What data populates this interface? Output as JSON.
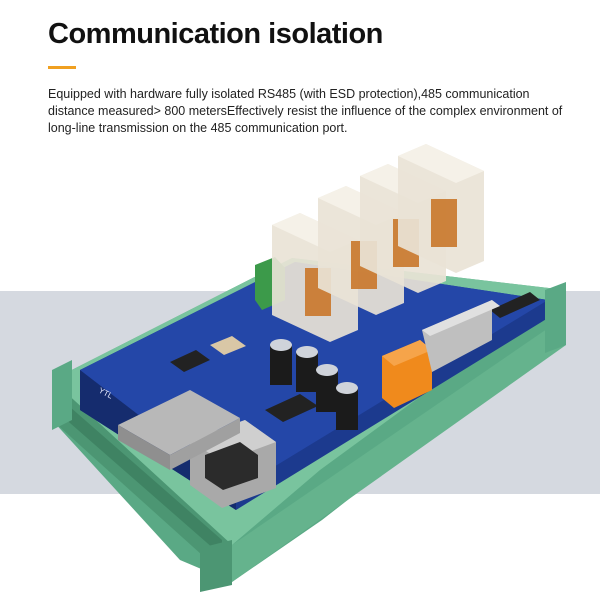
{
  "header": {
    "title": "Communication isolation",
    "description": "Equipped with hardware fully isolated RS485 (with ESD protection),485 communication distance measured> 800 metersEffectively resist the influence of the complex environment of long-line transmission on the 485 communication port."
  },
  "product_image": {
    "board_label": "YTL"
  },
  "colors": {
    "accent": "#f0a020",
    "band": "#d5d9e0",
    "rail_green": "#6ab894",
    "pcb_blue": "#1c3a8e",
    "terminal_orange": "#f08a1c"
  }
}
